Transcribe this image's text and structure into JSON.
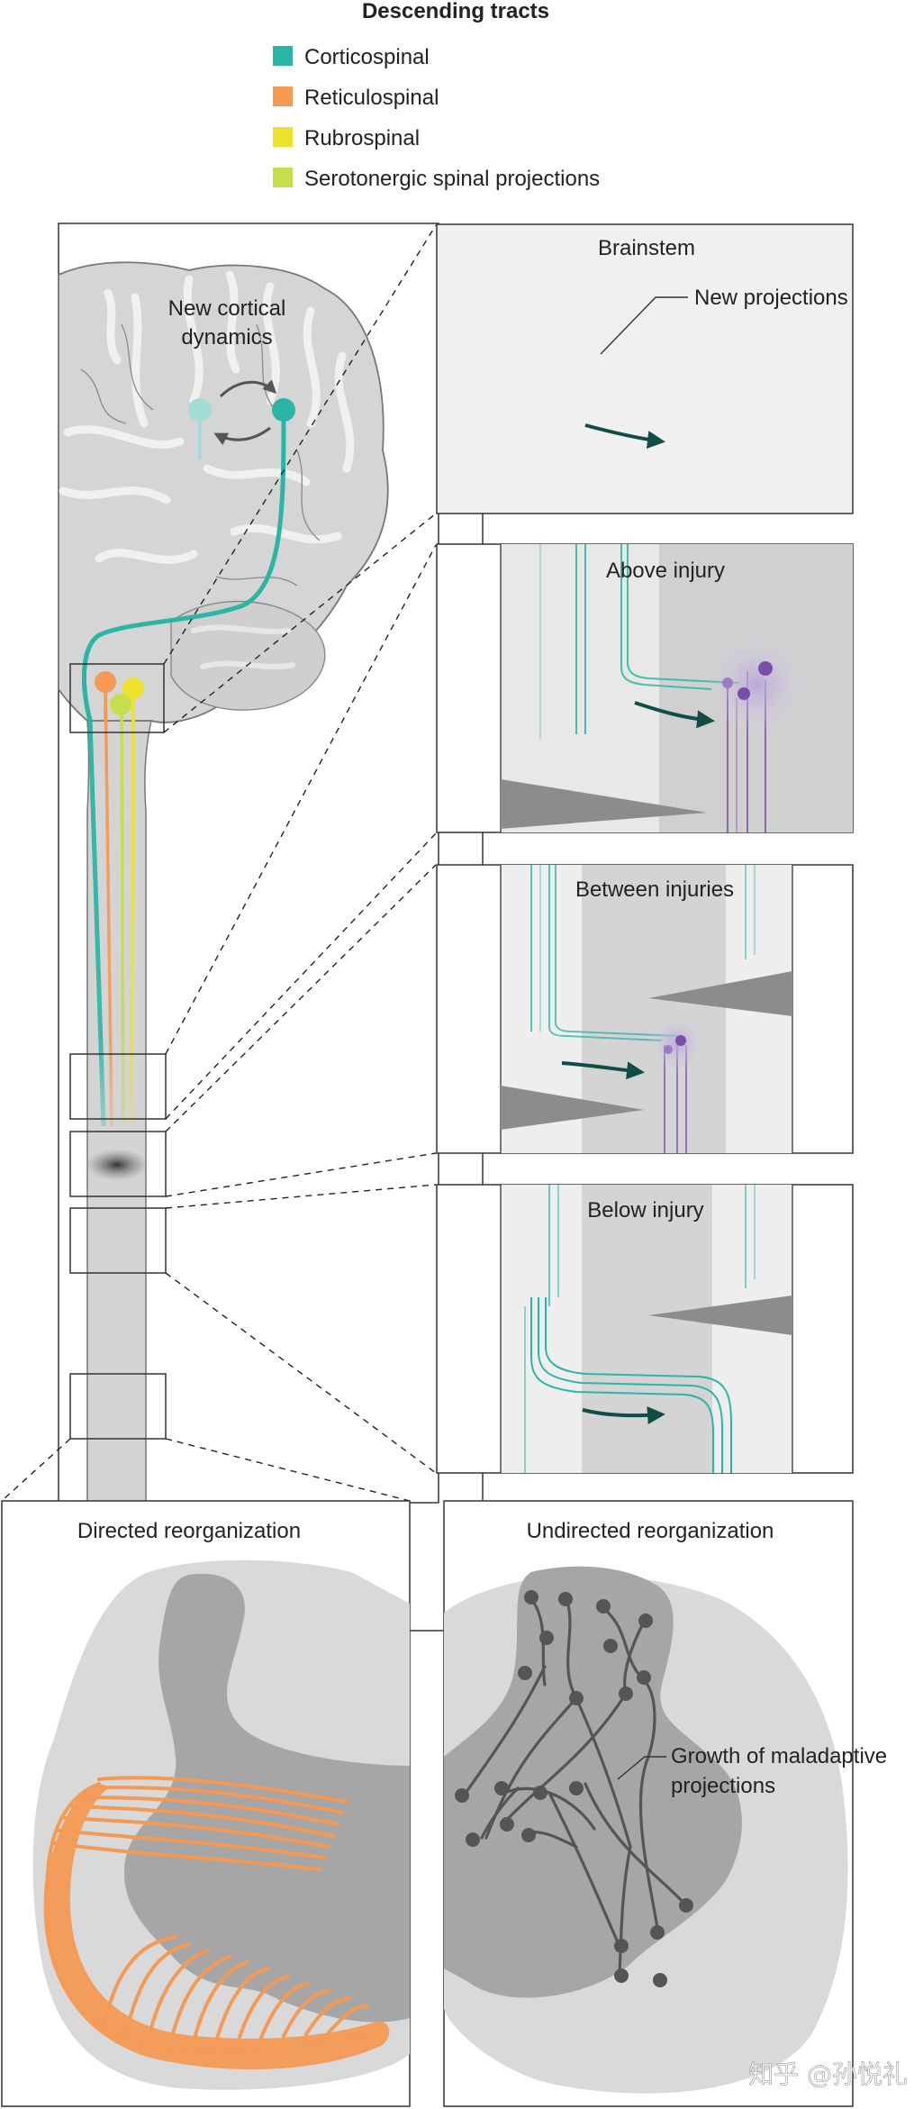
{
  "legend": {
    "title": "Descending tracts",
    "items": [
      {
        "label": "Corticospinal",
        "color": "#2bb5a6"
      },
      {
        "label": "Reticulospinal",
        "color": "#f49a55"
      },
      {
        "label": "Rubrospinal",
        "color": "#ece22c"
      },
      {
        "label": "Serotonergic spinal projections",
        "color": "#c8dd4a"
      }
    ]
  },
  "brain": {
    "annotation_line1": "New cortical",
    "annotation_line2": "dynamics"
  },
  "panels": {
    "brainstem": {
      "title": "Brainstem",
      "callout": "New projections"
    },
    "above": {
      "title": "Above injury"
    },
    "between": {
      "title": "Between injuries"
    },
    "below": {
      "title": "Below injury"
    },
    "directed": {
      "title": "Directed reorganization"
    },
    "undirected": {
      "title": "Undirected reorganization",
      "callout_line1": "Growth of maladaptive",
      "callout_line2": "projections"
    }
  },
  "watermark": "知乎 @孙悦礼",
  "colors": {
    "corticospinal": "#2bb5a6",
    "reticulospinal": "#f49a55",
    "rubrospinal": "#ece22c",
    "serotonergic": "#c8dd4a",
    "neuron": "#7b4fa8",
    "arrow": "#0f4d45"
  }
}
